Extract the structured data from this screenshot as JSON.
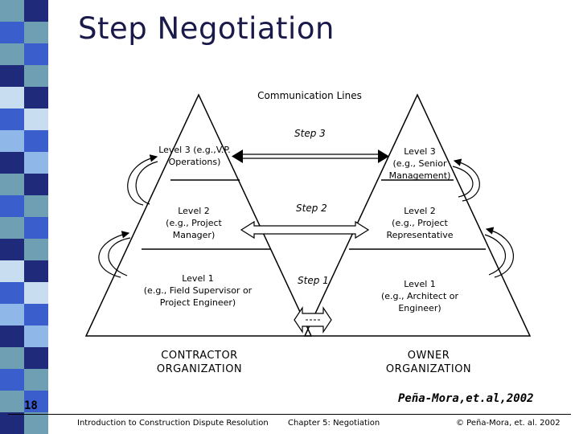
{
  "slide": {
    "title": "Step Negotiation",
    "page_number": "18",
    "citation": "Peña-Mora,et.al,2002"
  },
  "diagram": {
    "communication_lines": "Communication Lines",
    "contractor": {
      "name_line1": "CONTRACTOR",
      "name_line2": "ORGANIZATION",
      "level3": [
        "Level 3 (e.g.,V.P.",
        "Operations)"
      ],
      "level2": [
        "Level 2",
        "(e.g., Project",
        "Manager)"
      ],
      "level1": [
        "Level 1",
        "(e.g., Field Supervisor or",
        "Project Engineer)"
      ]
    },
    "owner": {
      "name_line1": "OWNER",
      "name_line2": "ORGANIZATION",
      "level3": [
        "Level 3",
        "(e.g., Senior",
        "Management)"
      ],
      "level2": [
        "Level 2",
        "(e.g., Project",
        "Representative"
      ],
      "level1": [
        "Level 1",
        "(e.g., Architect or",
        "Engineer)"
      ]
    },
    "steps": {
      "step3": "Step 3",
      "step2": "Step 2",
      "step1": "Step 1"
    }
  },
  "footer": {
    "left": "Introduction to Construction Dispute Resolution",
    "center": "Chapter 5: Negotiation",
    "right": "© Peña-Mora, et. al. 2002"
  },
  "colors": {
    "strip_dark": "#1f2a7a",
    "strip_medium": "#3a5fcd",
    "strip_light": "#8fb8e8",
    "strip_teal": "#6f9fb3",
    "strip_pale": "#c8ddf0",
    "title": "#1a1a4a"
  }
}
